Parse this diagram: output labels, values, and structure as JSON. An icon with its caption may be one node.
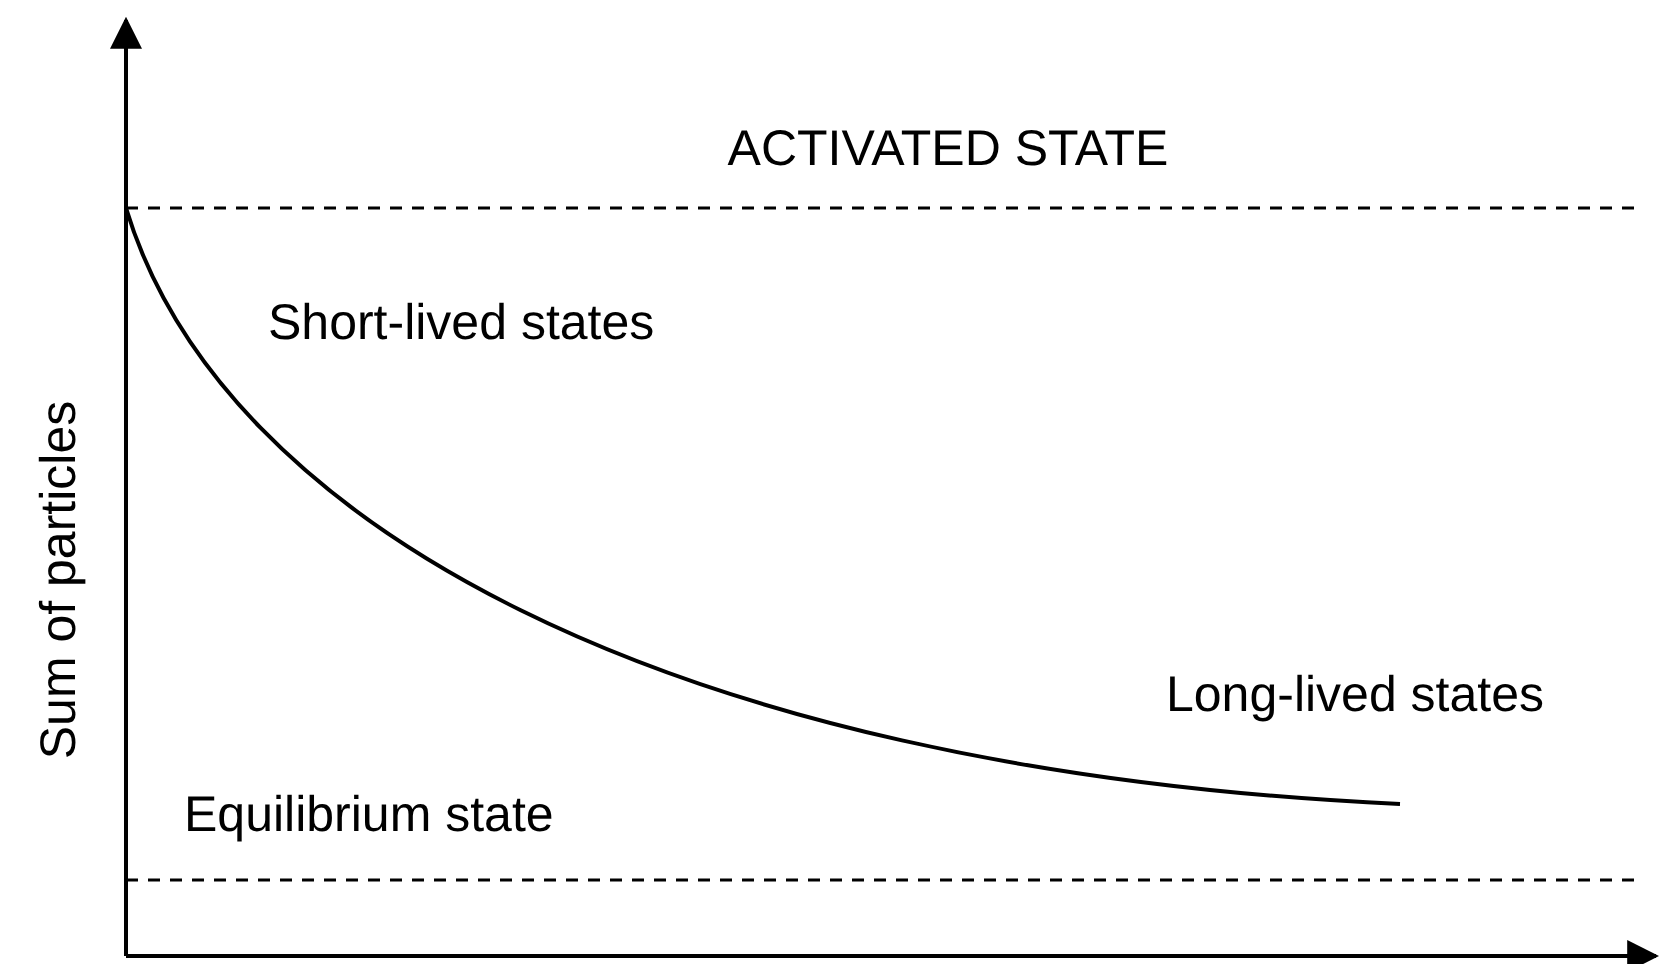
{
  "diagram": {
    "labels": [
      "ACTIVATED STATE",
      "Short-lived states",
      "Long-lived states",
      "Sum of particles",
      "Equilibrium state"
    ]
  }
}
